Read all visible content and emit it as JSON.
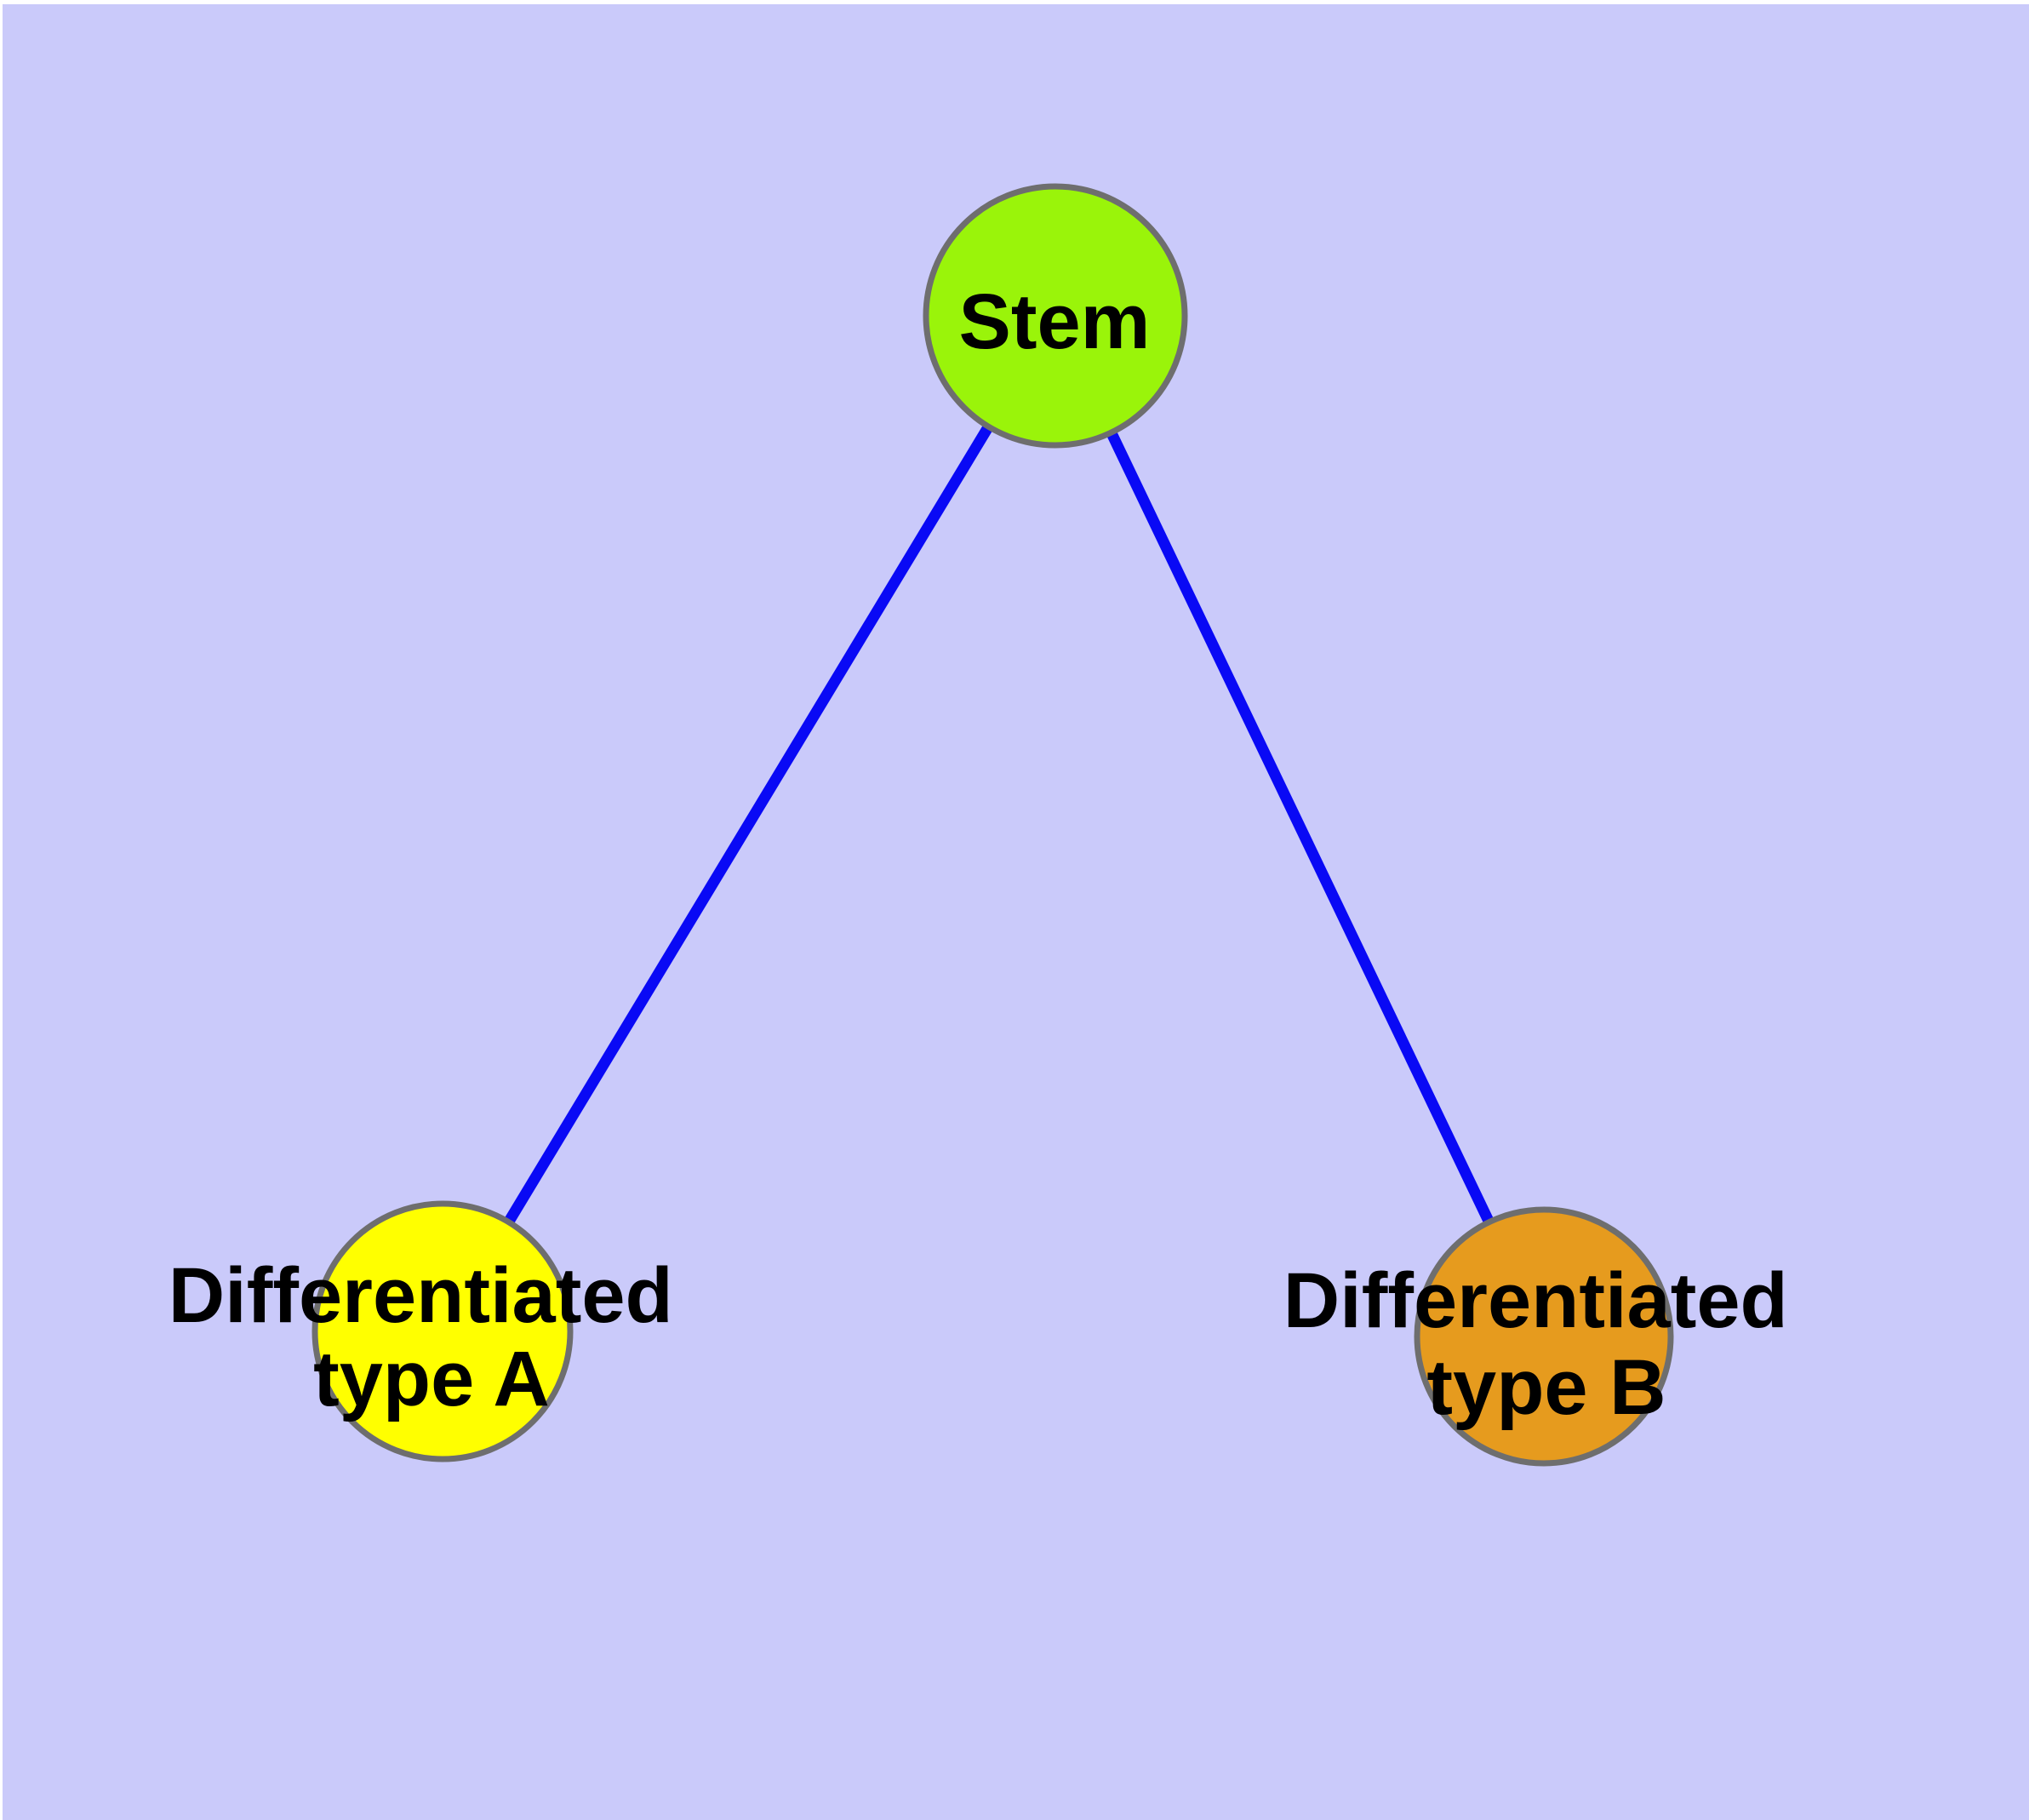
{
  "canvas": {
    "page_background": "#ffffff",
    "background": "#cacafa",
    "node_border_color": "#6e6e6e",
    "edge_color": "#0909f5",
    "label_color": "#000000"
  },
  "nodes": [
    {
      "id": "stem",
      "label": "Stem",
      "label_lines": [
        "Stem"
      ],
      "color": "#9af40a"
    },
    {
      "id": "differentiated-type-a",
      "label": "Differentiated type A",
      "label_lines": [
        "Differentiated",
        "type A"
      ],
      "color": "#ffff00"
    },
    {
      "id": "differentiated-type-b",
      "label": "Differentiated type B",
      "label_lines": [
        "Differentiated",
        "type B"
      ],
      "color": "#e69b1e"
    }
  ],
  "edges": [
    {
      "from": "Stem",
      "to": "Differentiated type A"
    },
    {
      "from": "Stem",
      "to": "Differentiated type B"
    }
  ]
}
